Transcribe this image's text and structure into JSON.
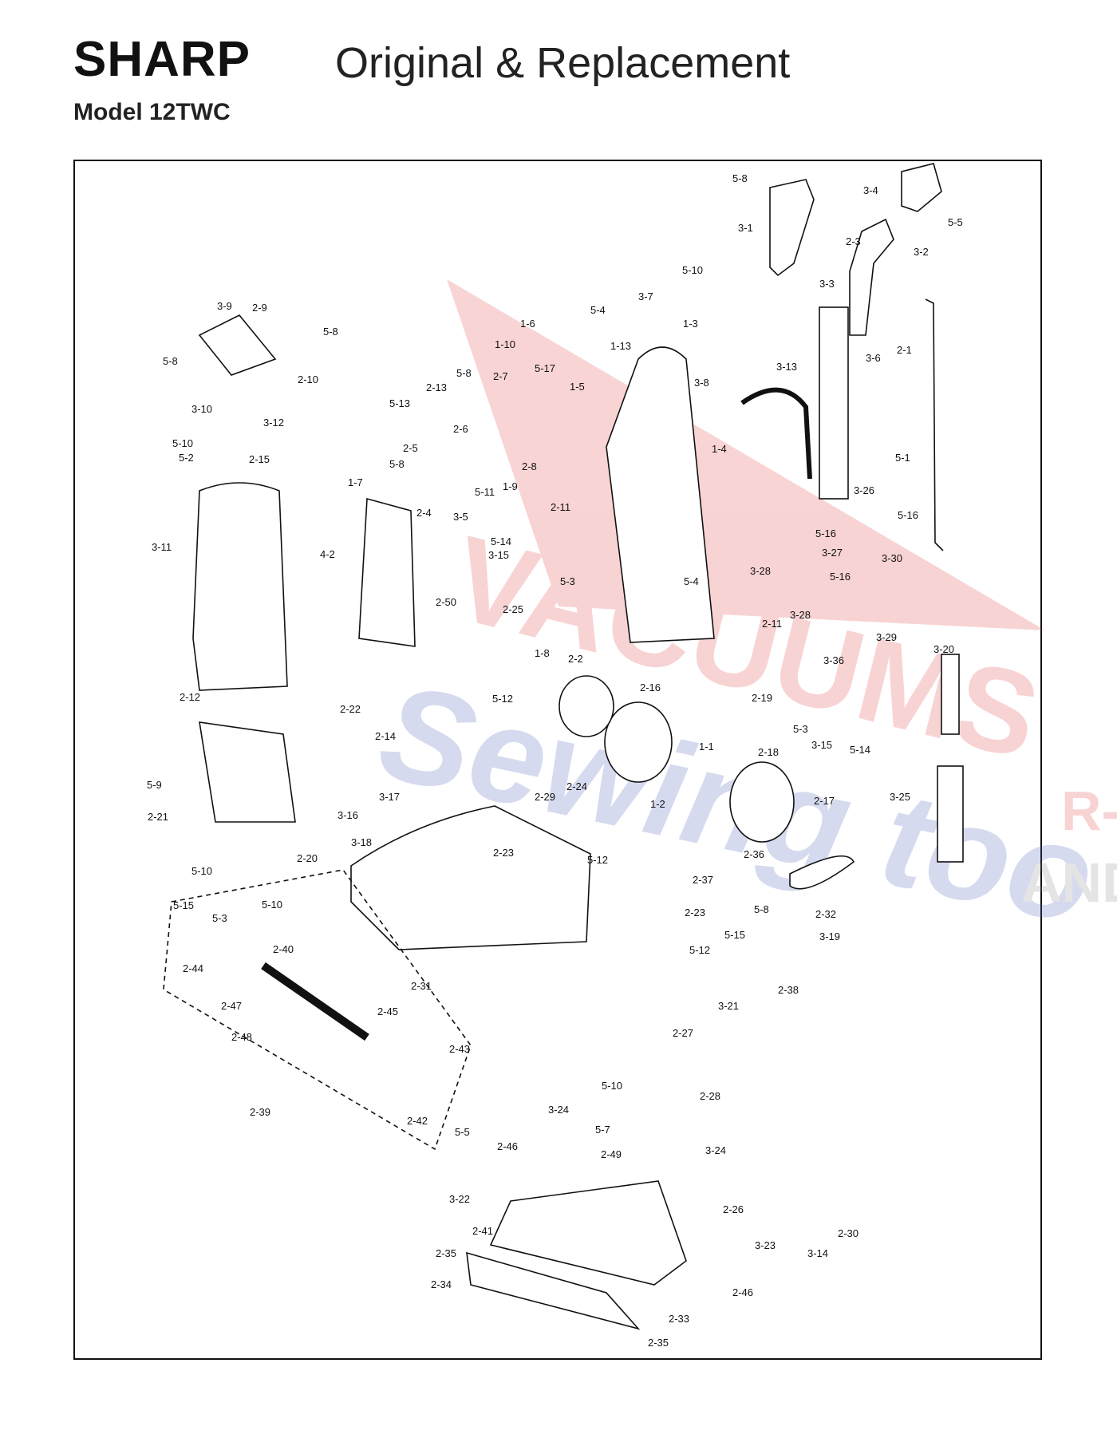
{
  "header": {
    "brand": "SHARP",
    "subtitle": "Original & Replacement",
    "model": "Model 12TWC"
  },
  "watermark": {
    "text_1": "VACUUMS",
    "text_2": "Sewing too",
    "text_3": "R-",
    "text_4": "AND",
    "color_red": "#e23a3a",
    "color_blue": "#7a86c8"
  },
  "parts": [
    {
      "id": "5-8a",
      "text": "5-8"
    },
    {
      "id": "3-4",
      "text": "3-4"
    },
    {
      "id": "5-5a",
      "text": "5-5"
    },
    {
      "id": "3-1",
      "text": "3-1"
    },
    {
      "id": "2-3",
      "text": "2-3"
    },
    {
      "id": "3-2",
      "text": "3-2"
    },
    {
      "id": "3-3",
      "text": "3-3"
    },
    {
      "id": "5-10a",
      "text": "5-10"
    },
    {
      "id": "3-7",
      "text": "3-7"
    },
    {
      "id": "5-4a",
      "text": "5-4"
    },
    {
      "id": "1-6",
      "text": "1-6"
    },
    {
      "id": "1-3",
      "text": "1-3"
    },
    {
      "id": "1-10",
      "text": "1-10"
    },
    {
      "id": "1-13",
      "text": "1-13"
    },
    {
      "id": "5-17",
      "text": "5-17"
    },
    {
      "id": "3-9",
      "text": "3-9"
    },
    {
      "id": "2-9",
      "text": "2-9"
    },
    {
      "id": "5-8b",
      "text": "5-8"
    },
    {
      "id": "5-8c",
      "text": "5-8"
    },
    {
      "id": "2-10",
      "text": "2-10"
    },
    {
      "id": "3-10",
      "text": "3-10"
    },
    {
      "id": "3-12",
      "text": "3-12"
    },
    {
      "id": "5-10b",
      "text": "5-10"
    },
    {
      "id": "5-2",
      "text": "5-2"
    },
    {
      "id": "2-15",
      "text": "2-15"
    },
    {
      "id": "3-11",
      "text": "3-11"
    },
    {
      "id": "5-13",
      "text": "5-13"
    },
    {
      "id": "2-13",
      "text": "2-13"
    },
    {
      "id": "5-8d",
      "text": "5-8"
    },
    {
      "id": "2-7",
      "text": "2-7"
    },
    {
      "id": "1-5",
      "text": "1-5"
    },
    {
      "id": "3-8",
      "text": "3-8"
    },
    {
      "id": "3-13",
      "text": "3-13"
    },
    {
      "id": "3-6",
      "text": "3-6"
    },
    {
      "id": "2-1",
      "text": "2-1"
    },
    {
      "id": "2-6",
      "text": "2-6"
    },
    {
      "id": "2-5",
      "text": "2-5"
    },
    {
      "id": "5-8e",
      "text": "5-8"
    },
    {
      "id": "2-8",
      "text": "2-8"
    },
    {
      "id": "1-4",
      "text": "1-4"
    },
    {
      "id": "5-1",
      "text": "5-1"
    },
    {
      "id": "1-7",
      "text": "1-7"
    },
    {
      "id": "2-4",
      "text": "2-4"
    },
    {
      "id": "5-11",
      "text": "5-11"
    },
    {
      "id": "1-9",
      "text": "1-9"
    },
    {
      "id": "2-11a",
      "text": "2-11"
    },
    {
      "id": "3-26",
      "text": "3-26"
    },
    {
      "id": "5-16a",
      "text": "5-16"
    },
    {
      "id": "3-5",
      "text": "3-5"
    },
    {
      "id": "4-2",
      "text": "4-2"
    },
    {
      "id": "5-14a",
      "text": "5-14"
    },
    {
      "id": "3-15a",
      "text": "3-15"
    },
    {
      "id": "5-16b",
      "text": "5-16"
    },
    {
      "id": "3-27",
      "text": "3-27"
    },
    {
      "id": "5-3a",
      "text": "5-3"
    },
    {
      "id": "5-4b",
      "text": "5-4"
    },
    {
      "id": "3-28a",
      "text": "3-28"
    },
    {
      "id": "5-16c",
      "text": "5-16"
    },
    {
      "id": "3-30",
      "text": "3-30"
    },
    {
      "id": "2-50",
      "text": "2-50"
    },
    {
      "id": "2-25",
      "text": "2-25"
    },
    {
      "id": "3-28b",
      "text": "3-28"
    },
    {
      "id": "2-11b",
      "text": "2-11"
    },
    {
      "id": "3-29",
      "text": "3-29"
    },
    {
      "id": "1-8",
      "text": "1-8"
    },
    {
      "id": "2-2",
      "text": "2-2"
    },
    {
      "id": "3-36",
      "text": "3-36"
    },
    {
      "id": "3-20",
      "text": "3-20"
    },
    {
      "id": "2-12",
      "text": "2-12"
    },
    {
      "id": "2-22",
      "text": "2-22"
    },
    {
      "id": "2-14",
      "text": "2-14"
    },
    {
      "id": "5-12a",
      "text": "5-12"
    },
    {
      "id": "2-16",
      "text": "2-16"
    },
    {
      "id": "2-19",
      "text": "2-19"
    },
    {
      "id": "5-3b",
      "text": "5-3"
    },
    {
      "id": "3-15b",
      "text": "3-15"
    },
    {
      "id": "5-14b",
      "text": "5-14"
    },
    {
      "id": "1-1",
      "text": "1-1"
    },
    {
      "id": "2-18",
      "text": "2-18"
    },
    {
      "id": "5-9",
      "text": "5-9"
    },
    {
      "id": "3-17",
      "text": "3-17"
    },
    {
      "id": "2-29",
      "text": "2-29"
    },
    {
      "id": "2-24",
      "text": "2-24"
    },
    {
      "id": "1-2",
      "text": "1-2"
    },
    {
      "id": "2-17",
      "text": "2-17"
    },
    {
      "id": "3-25",
      "text": "3-25"
    },
    {
      "id": "2-21",
      "text": "2-21"
    },
    {
      "id": "3-16",
      "text": "3-16"
    },
    {
      "id": "3-18",
      "text": "3-18"
    },
    {
      "id": "2-23a",
      "text": "2-23"
    },
    {
      "id": "5-12b",
      "text": "5-12"
    },
    {
      "id": "2-36",
      "text": "2-36"
    },
    {
      "id": "5-10c",
      "text": "5-10"
    },
    {
      "id": "2-20",
      "text": "2-20"
    },
    {
      "id": "2-37",
      "text": "2-37"
    },
    {
      "id": "2-32",
      "text": "2-32"
    },
    {
      "id": "5-10d",
      "text": "5-10"
    },
    {
      "id": "2-23b",
      "text": "2-23"
    },
    {
      "id": "5-8f",
      "text": "5-8"
    },
    {
      "id": "5-15a",
      "text": "5-15"
    },
    {
      "id": "5-3c",
      "text": "5-3"
    },
    {
      "id": "5-15b",
      "text": "5-15"
    },
    {
      "id": "3-19",
      "text": "3-19"
    },
    {
      "id": "2-40",
      "text": "2-40"
    },
    {
      "id": "5-12c",
      "text": "5-12"
    },
    {
      "id": "2-44",
      "text": "2-44"
    },
    {
      "id": "2-31",
      "text": "2-31"
    },
    {
      "id": "2-38",
      "text": "2-38"
    },
    {
      "id": "2-47",
      "text": "2-47"
    },
    {
      "id": "3-21",
      "text": "3-21"
    },
    {
      "id": "2-45",
      "text": "2-45"
    },
    {
      "id": "2-48",
      "text": "2-48"
    },
    {
      "id": "2-43",
      "text": "2-43"
    },
    {
      "id": "2-27",
      "text": "2-27"
    },
    {
      "id": "5-10e",
      "text": "5-10"
    },
    {
      "id": "2-28",
      "text": "2-28"
    },
    {
      "id": "2-39",
      "text": "2-39"
    },
    {
      "id": "2-42",
      "text": "2-42"
    },
    {
      "id": "3-24a",
      "text": "3-24"
    },
    {
      "id": "5-7",
      "text": "5-7"
    },
    {
      "id": "5-5b",
      "text": "5-5"
    },
    {
      "id": "2-46a",
      "text": "2-46"
    },
    {
      "id": "2-49",
      "text": "2-49"
    },
    {
      "id": "3-24b",
      "text": "3-24"
    },
    {
      "id": "3-22",
      "text": "3-22"
    },
    {
      "id": "2-26",
      "text": "2-26"
    },
    {
      "id": "2-41",
      "text": "2-41"
    },
    {
      "id": "2-30",
      "text": "2-30"
    },
    {
      "id": "2-35a",
      "text": "2-35"
    },
    {
      "id": "3-23",
      "text": "3-23"
    },
    {
      "id": "3-14",
      "text": "3-14"
    },
    {
      "id": "2-34",
      "text": "2-34"
    },
    {
      "id": "2-46b",
      "text": "2-46"
    },
    {
      "id": "2-33",
      "text": "2-33"
    },
    {
      "id": "2-35b",
      "text": "2-35"
    }
  ]
}
